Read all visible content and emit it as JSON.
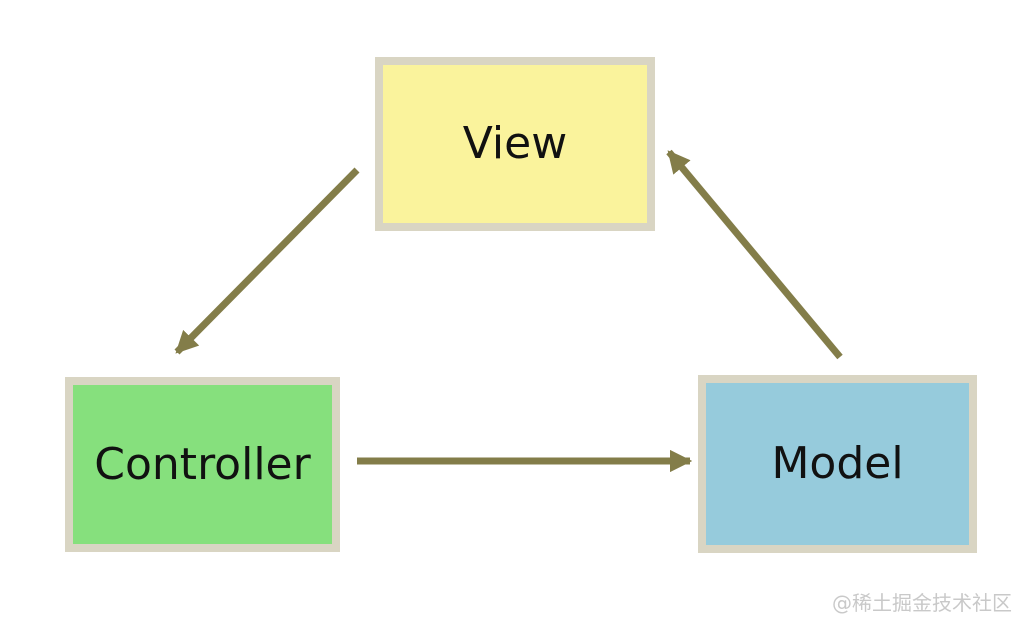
{
  "diagram": {
    "type": "mvc-relationship-diagram",
    "nodes": [
      {
        "id": "view",
        "label": "View",
        "fill": "#faf39c"
      },
      {
        "id": "controller",
        "label": "Controller",
        "fill": "#86e07d"
      },
      {
        "id": "model",
        "label": "Model",
        "fill": "#96cbdc"
      }
    ],
    "edges": [
      {
        "from": "View",
        "to": "Controller"
      },
      {
        "from": "Controller",
        "to": "Model"
      },
      {
        "from": "Model",
        "to": "View"
      }
    ],
    "colors": {
      "node_border": "#d9d5c3",
      "arrow": "#837d49",
      "label_text": "#111111",
      "background": "#ffffff"
    }
  },
  "watermark": {
    "text": "@稀土掘金技术社区",
    "color": "#c9c9c9"
  }
}
